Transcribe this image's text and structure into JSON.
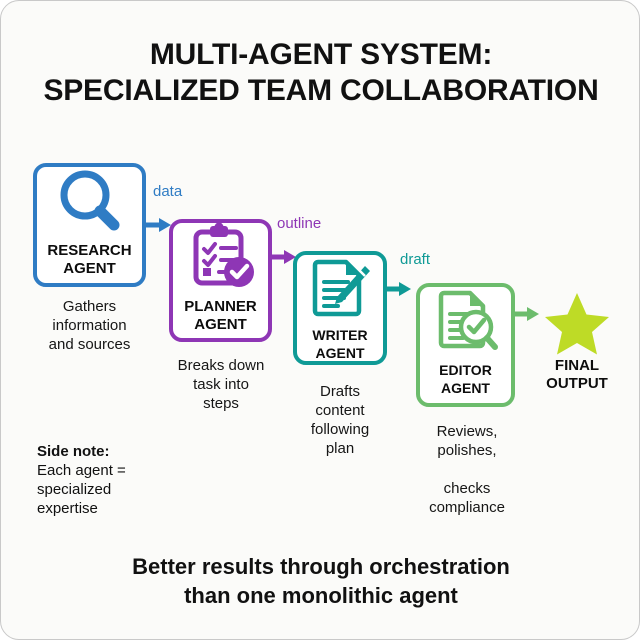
{
  "title": {
    "line1": "MULTI-AGENT SYSTEM:",
    "line2": "SPECIALIZED TEAM COLLABORATION"
  },
  "nodes": [
    {
      "id": "research",
      "label": "RESEARCH\nAGENT",
      "caption": "Gathers\ninformation\nand sources",
      "color": "#2f7cc4",
      "icon": "magnifier-icon"
    },
    {
      "id": "planner",
      "label": "PLANNER\nAGENT",
      "caption": "Breaks down\ntask into\nsteps",
      "color": "#8e36b5",
      "icon": "clipboard-checklist-icon"
    },
    {
      "id": "writer",
      "label": "WRITER\nAGENT",
      "caption": "Drafts\ncontent\nfollowing\nplan",
      "color": "#0f9a96",
      "icon": "document-pencil-icon"
    },
    {
      "id": "editor",
      "label": "EDITOR\nAGENT",
      "caption": "Reviews,\npolishes,\n\nchecks\ncompliance",
      "color": "#6cbc6c",
      "icon": "document-magnifier-check-icon"
    }
  ],
  "edges": [
    {
      "id": "data",
      "label": "data",
      "color": "#2f7cc4"
    },
    {
      "id": "outline",
      "label": "outline",
      "color": "#8e36b5"
    },
    {
      "id": "draft",
      "label": "draft",
      "color": "#0f9a96"
    },
    {
      "id": "final",
      "label": "",
      "color": "#6cbc6c"
    }
  ],
  "final_output": {
    "label": "FINAL\nOUTPUT",
    "star_color": "#bedb26",
    "icon": "star-icon"
  },
  "side_note": {
    "title": "Side note:",
    "body": "Each agent =\nspecialized\nexpertise"
  },
  "footer": {
    "line1": "Better results through orchestration",
    "line2": "than one monolithic agent"
  },
  "canvas": {
    "background": "#fbfbf9",
    "border_color": "#c9c9c9"
  }
}
